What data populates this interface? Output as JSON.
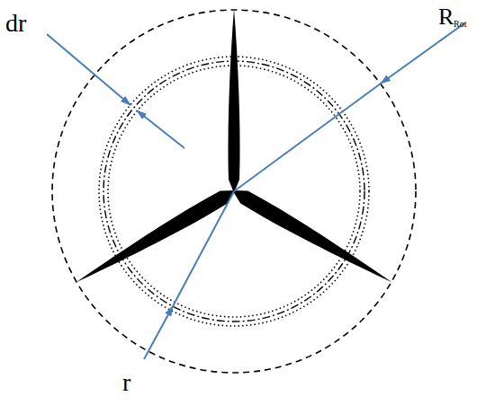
{
  "diagram": {
    "labels": [
      "dr",
      "R",
      "Rot",
      "r"
    ]
  }
}
